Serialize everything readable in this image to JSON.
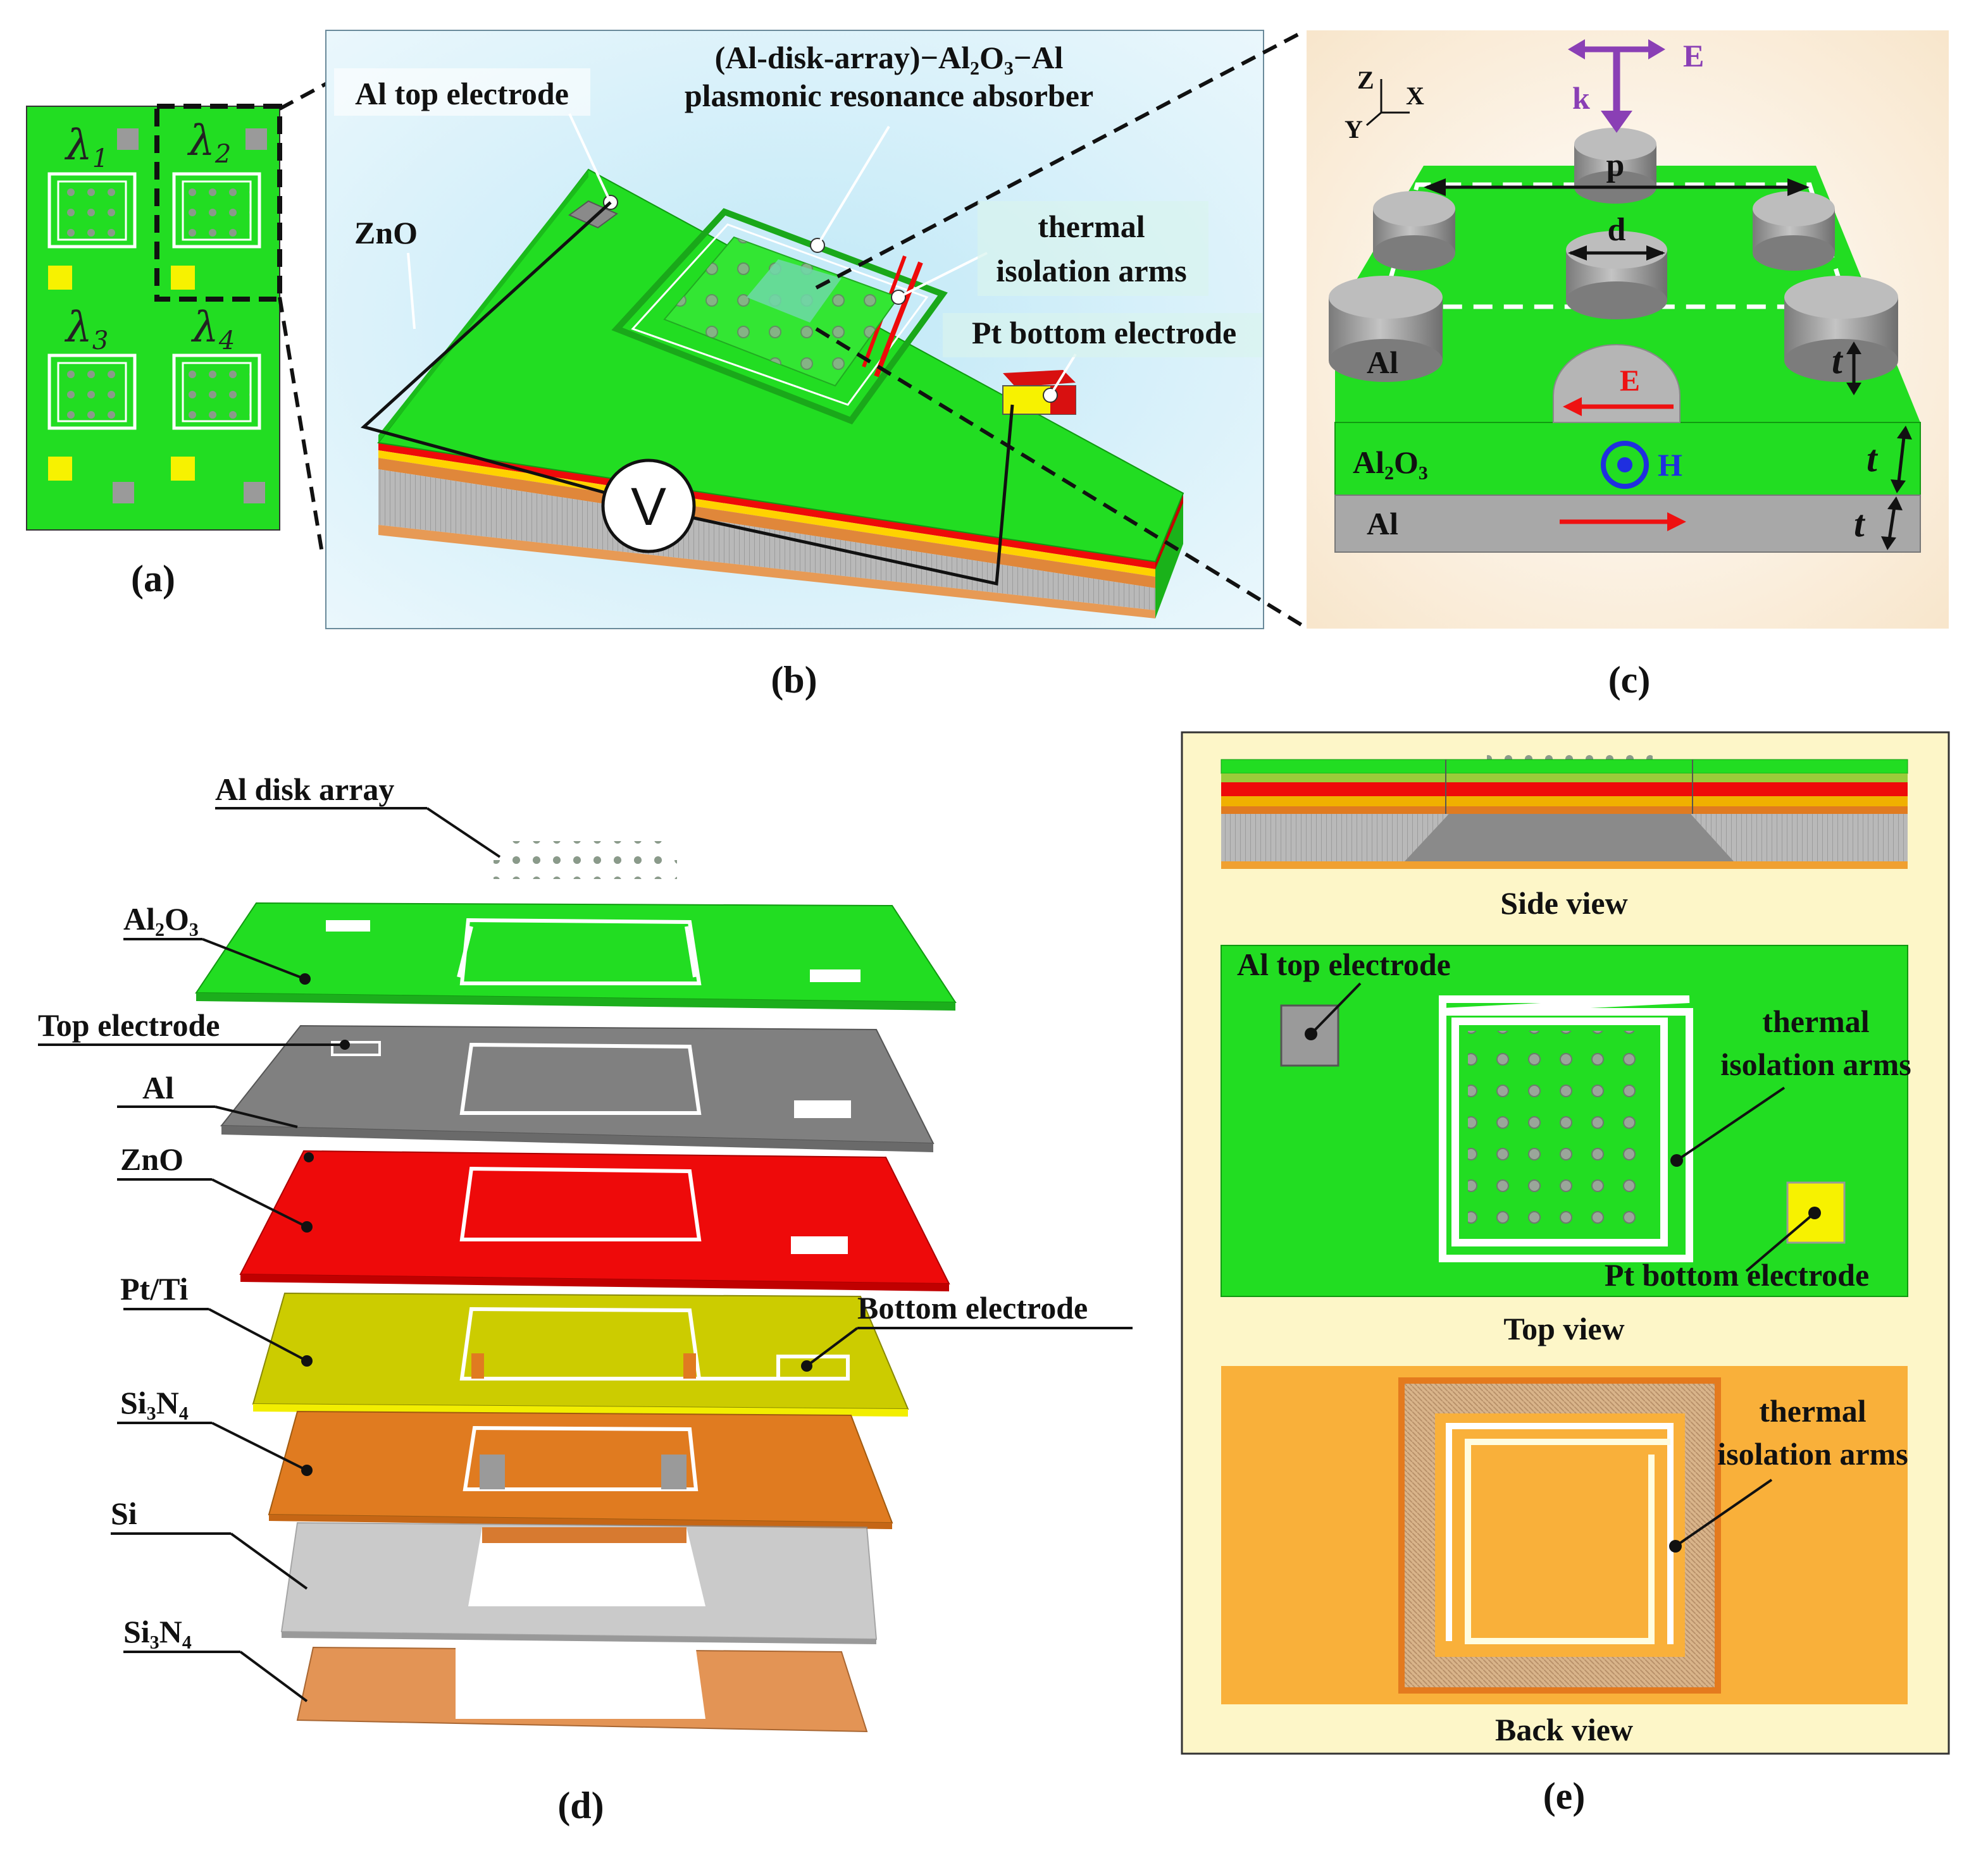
{
  "panels": {
    "a": {
      "caption": "(a)",
      "lambdas": [
        {
          "sym": "λ",
          "sub": "1"
        },
        {
          "sym": "λ",
          "sub": "2"
        },
        {
          "sym": "λ",
          "sub": "3"
        },
        {
          "sym": "λ",
          "sub": "4"
        }
      ]
    },
    "b": {
      "caption": "(b)",
      "labels": {
        "absorber_line1": "(Al-disk-array)−Al₂O₃−Al",
        "absorber_line2": "plasmonic resonance absorber",
        "top_electrode": "Al top electrode",
        "zno": "ZnO",
        "thermal_line1": "thermal",
        "thermal_line2": "isolation arms",
        "bottom_electrode": "Pt bottom electrode",
        "voltmeter": "V"
      }
    },
    "c": {
      "caption": "(c)",
      "labels": {
        "z": "Z",
        "x": "X",
        "y": "Y",
        "e_top": "E",
        "k": "k",
        "p": "p",
        "d": "d",
        "al_disk": "Al",
        "e_mid": "E",
        "t1": "t",
        "t2": "t",
        "t3": "t",
        "al2o3": "Al₂O₃",
        "h": "H",
        "al_base": "Al"
      }
    },
    "d": {
      "caption": "(d)",
      "layers": [
        "Al disk array",
        "Al₂O₃",
        "Top electrode",
        "Al",
        "ZnO",
        "Pt/Ti",
        "Bottom electrode",
        "Si₃N₄",
        "Si",
        "Si₃N₄"
      ]
    },
    "e": {
      "caption": "(e)",
      "side_view": "Side view",
      "top_view": "Top view",
      "back_view": "Back view",
      "top_electrode": "Al top electrode",
      "thermal_top_line1": "thermal",
      "thermal_top_line2": "isolation arms",
      "bottom_electrode": "Pt bottom electrode",
      "thermal_back_line1": "thermal",
      "thermal_back_line2": "isolation arms"
    }
  },
  "colors": {
    "green": "#22dd22",
    "red": "#ee0a0a",
    "yellow": "#f7f200",
    "grey": "#9a9a9a",
    "orange": "#e07b20",
    "backview_orange": "#f9b03a",
    "violet": "#8a3fb5",
    "blue": "#1f2fe0",
    "cream": "#fdf6c8"
  }
}
